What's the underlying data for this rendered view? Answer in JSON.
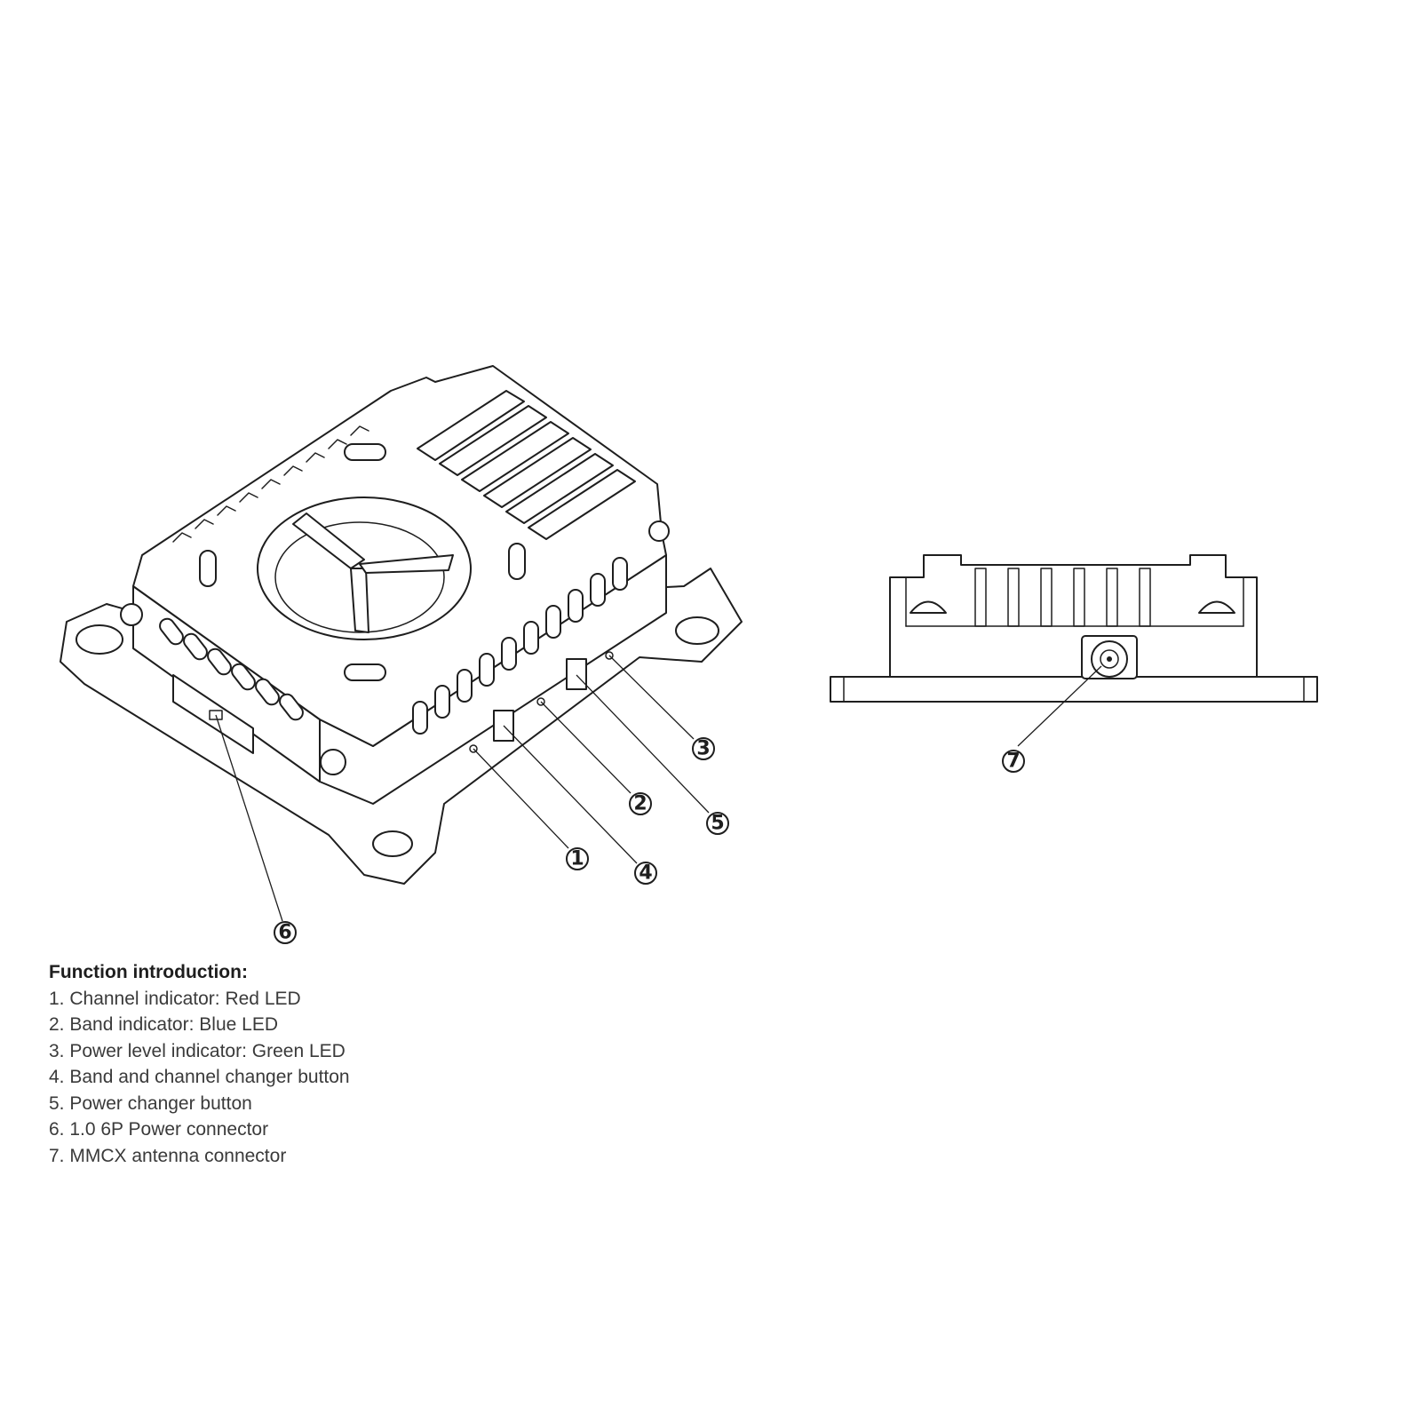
{
  "callouts": [
    {
      "number": "1",
      "label": "Channel indicator: Red LED"
    },
    {
      "number": "2",
      "label": "Band indicator: Blue LED"
    },
    {
      "number": "3",
      "label": "Power level indicator: Green LED"
    },
    {
      "number": "4",
      "label": "Band and channel changer button"
    },
    {
      "number": "5",
      "label": "Power changer button"
    },
    {
      "number": "6",
      "label": "1.0 6P Power connector"
    },
    {
      "number": "7",
      "label": "MMCX antenna connector"
    }
  ],
  "legend": {
    "title": "Function introduction:",
    "items": [
      "1. Channel indicator: Red LED",
      "2. Band indicator: Blue LED",
      "3. Power level indicator: Green LED",
      "4. Band and channel changer button",
      "5. Power changer button",
      "6. 1.0 6P Power connector",
      "7. MMCX antenna connector"
    ]
  }
}
